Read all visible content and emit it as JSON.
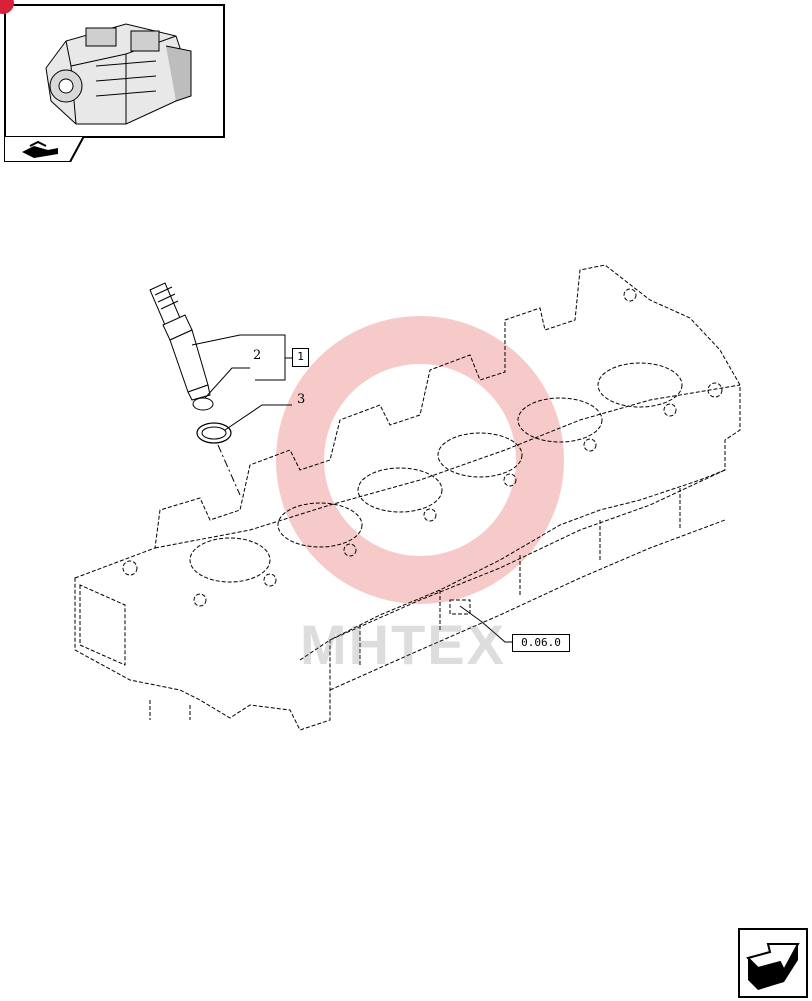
{
  "callouts": {
    "item_1": "1",
    "item_2": "2",
    "item_3": "3"
  },
  "reference": {
    "label": "0.06.0"
  },
  "watermark": {
    "text": "MHTEX",
    "color": "#e8464a"
  },
  "icons": {
    "thumbnail": "engine-thumbnail-icon",
    "section_tab": "book-hand-icon",
    "next_page": "next-page-arrow-icon",
    "badge": "corner-badge-icon"
  },
  "colors": {
    "line": "#000000",
    "badge": "#d9223a",
    "watermark_gear": "#f2a0a0"
  }
}
